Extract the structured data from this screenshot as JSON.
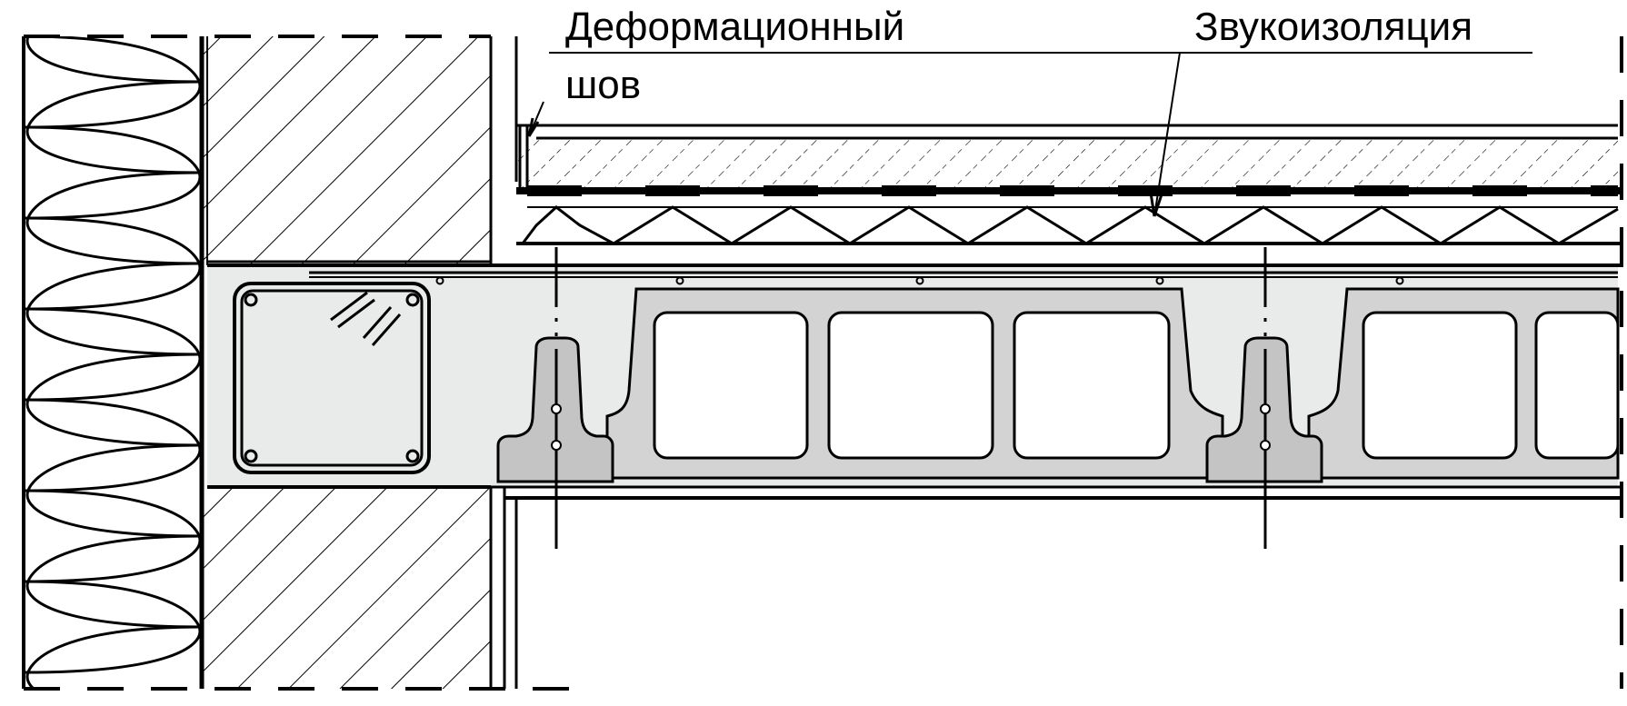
{
  "labels": {
    "expansion_joint_line1": "Деформационный",
    "expansion_joint_line2": "шов",
    "sound_insulation": "Звукоизоляция"
  },
  "colors": {
    "line": "#000000",
    "concrete_light": "#e9eaea",
    "block_gray": "#d3d3d3",
    "beam_gray": "#c4c4c4",
    "background": "#ffffff"
  }
}
